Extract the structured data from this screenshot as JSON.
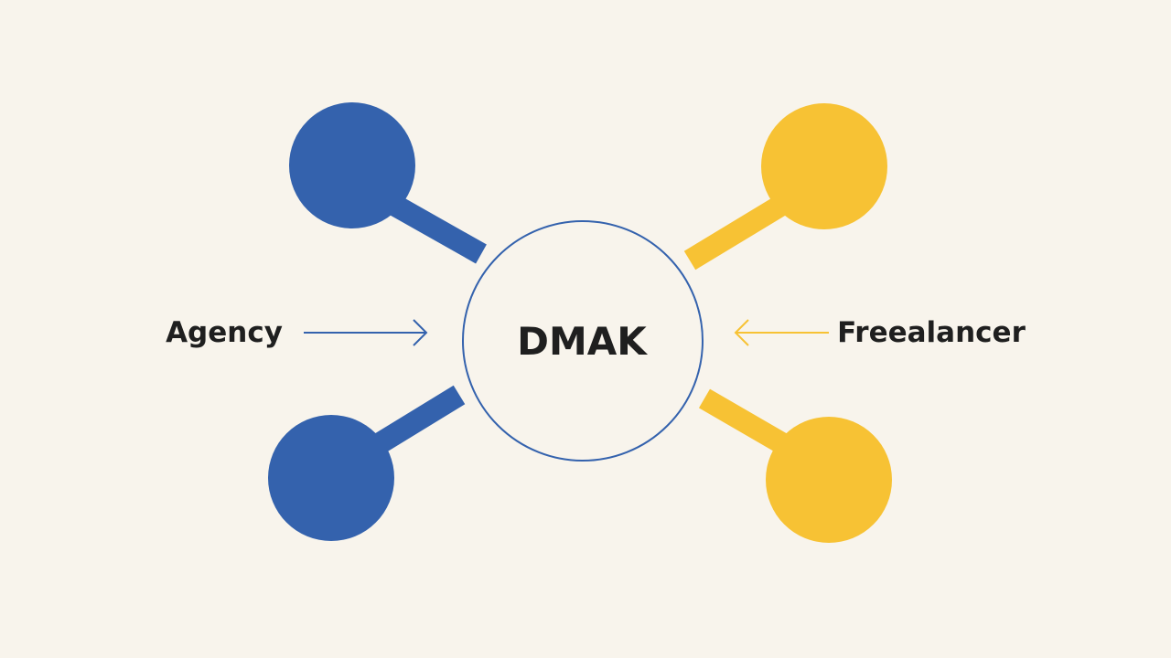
{
  "diagram": {
    "center_label": "DMAK",
    "left_label": "Agency",
    "right_label": "Freealancer"
  },
  "colors": {
    "background": "#f8f4ec",
    "blue": "#3462ad",
    "yellow": "#f7c234",
    "center_stroke": "#3462ad",
    "arrow_blue": "#3462ad",
    "arrow_yellow": "#f7c234",
    "text": "#1f1f1f"
  }
}
